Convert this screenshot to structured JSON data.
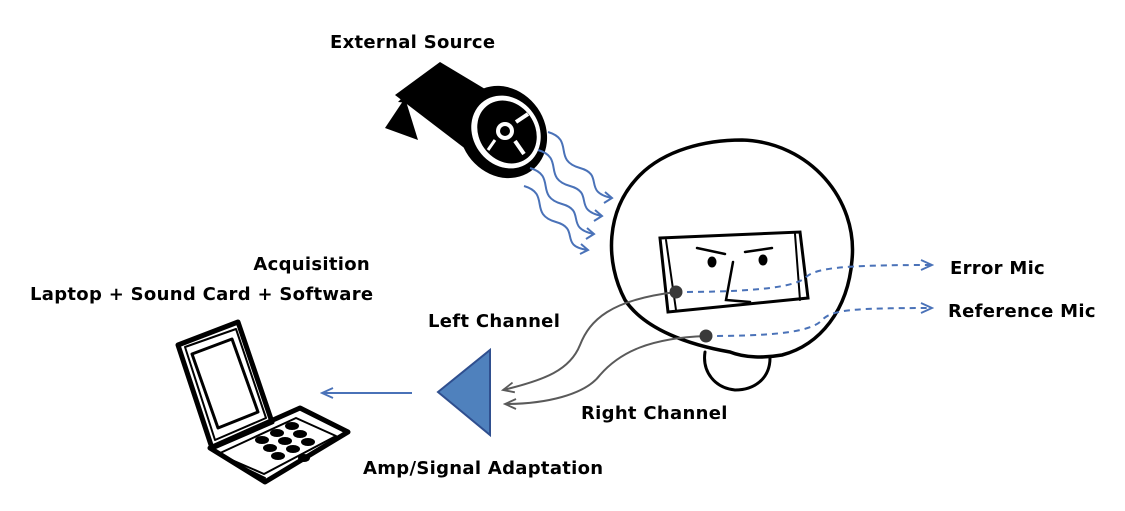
{
  "labels": {
    "external_source": "External Source",
    "acquisition_title": "Acquisition",
    "acquisition_detail": "Laptop + Sound Card + Software",
    "left_channel": "Left Channel",
    "right_channel": "Right Channel",
    "amp": "Amp/Signal Adaptation",
    "error_mic": "Error Mic",
    "reference_mic": "Reference Mic"
  },
  "colors": {
    "ink": "#000000",
    "accent_blue": "#4a72b8",
    "triangle_fill": "#4f81bd",
    "triangle_stroke": "#2f4f8f",
    "cable_gray": "#5a5a5a"
  },
  "icons": [
    "megaphone-icon",
    "sound-waves-icon",
    "helmet-icon",
    "laptop-icon",
    "amplifier-triangle-icon"
  ]
}
